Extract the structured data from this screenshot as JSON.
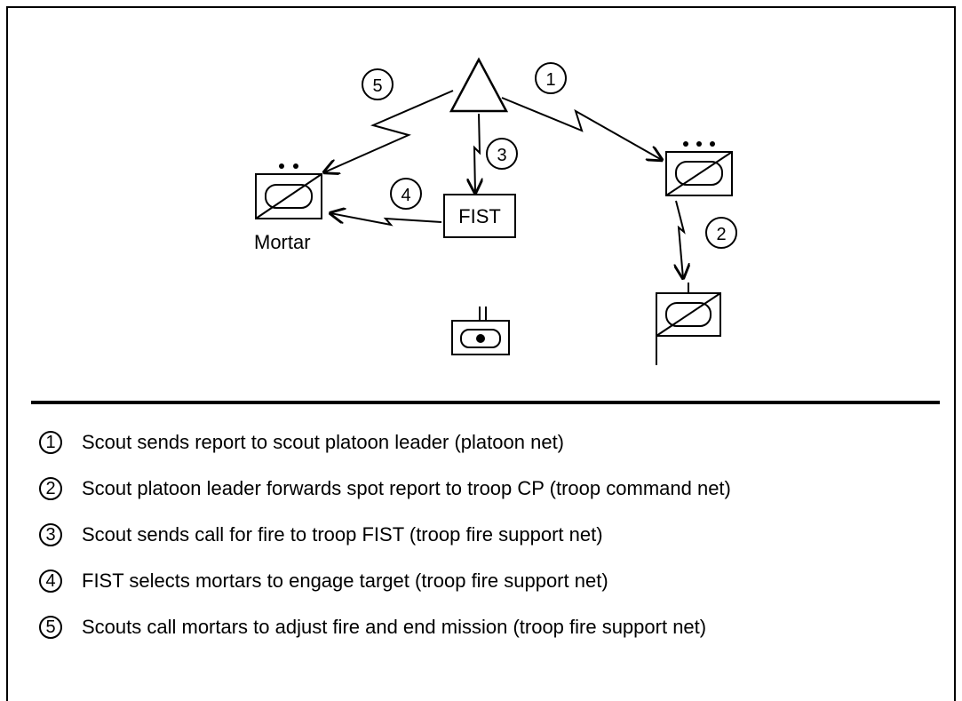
{
  "diagram": {
    "nodes": {
      "mortar": {
        "label": "Mortar"
      },
      "fist": {
        "label": "FIST"
      }
    },
    "steps": [
      "1",
      "2",
      "3",
      "4",
      "5"
    ]
  },
  "legend": [
    {
      "num": "1",
      "text": "Scout sends report to scout platoon leader (platoon net)"
    },
    {
      "num": "2",
      "text": "Scout platoon leader forwards spot report to troop CP (troop command net)"
    },
    {
      "num": "3",
      "text": "Scout sends call for fire to troop FIST (troop fire support net)"
    },
    {
      "num": "4",
      "text": "FIST selects mortars to engage target (troop fire support net)"
    },
    {
      "num": "5",
      "text": "Scouts call mortars to adjust fire and end mission (troop fire support net)"
    }
  ]
}
